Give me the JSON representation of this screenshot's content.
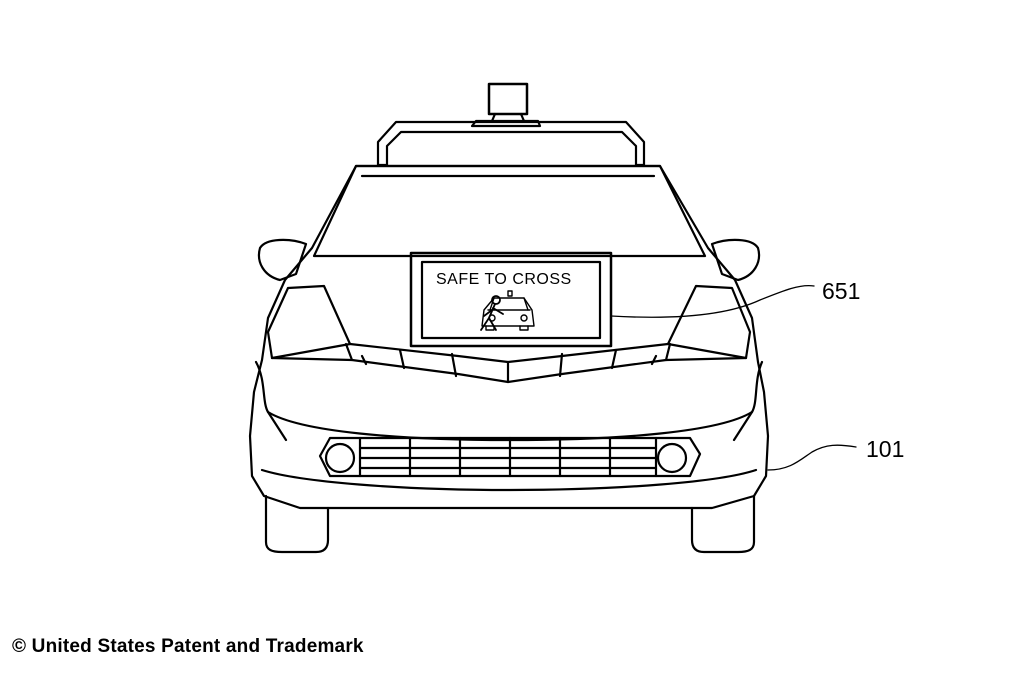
{
  "display": {
    "message": "SAFE TO CROSS"
  },
  "reference_labels": {
    "display_panel": "651",
    "vehicle": "101"
  },
  "footer": {
    "copyright": "© United States Patent and Trademark"
  },
  "style": {
    "ink": "#000000",
    "paper": "#ffffff"
  }
}
